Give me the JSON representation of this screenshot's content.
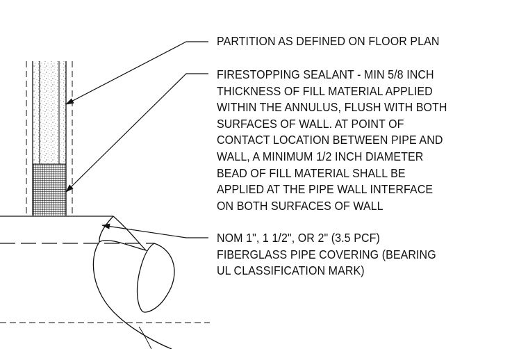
{
  "notes": {
    "partition": [
      "PARTITION AS DEFINED ON FLOOR PLAN"
    ],
    "firestopping": [
      "FIRESTOPPING SEALANT - MIN 5/8 INCH",
      "THICKNESS OF FILL MATERIAL APPLIED",
      "WITHIN THE ANNULUS, FLUSH WITH BOTH",
      "SURFACES OF WALL. AT POINT OF",
      "CONTACT LOCATION BETWEEN PIPE AND",
      "WALL, A MINIMUM 1/2 INCH DIAMETER",
      "BEAD OF FILL MATERIAL SHALL BE",
      "APPLIED AT THE PIPE WALL INTERFACE",
      "ON BOTH SURFACES OF WALL"
    ],
    "pipe_covering": [
      "NOM 1\", 1 1/2\", OR 2\" (3.5 PCF)",
      "FIBERGLASS PIPE COVERING (BEARING",
      "UL CLASSIFICATION MARK)"
    ]
  },
  "colors": {
    "line": "#111111",
    "background": "#ffffff"
  }
}
